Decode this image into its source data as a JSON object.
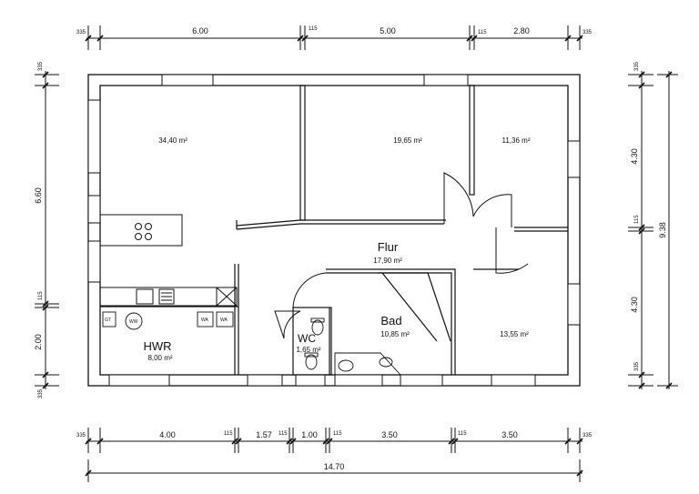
{
  "dimensions": {
    "top": [
      "335",
      "6.00",
      "115",
      "5.00",
      "115",
      "2.80",
      "335"
    ],
    "bottom": [
      "335",
      "4.00",
      "115",
      "1.57",
      "115",
      "1.00",
      "115",
      "3.50",
      "115",
      "3.50",
      "335"
    ],
    "total_width": "14.70",
    "left": [
      "335",
      "6.60",
      "115",
      "2.00",
      "335"
    ],
    "right": [
      "335",
      "4.30",
      "115",
      "4.30",
      "335"
    ],
    "total_height": "9.38"
  },
  "rooms": {
    "living": {
      "area": "34,40 m²"
    },
    "room_top_mid": {
      "area": "19,65 m²"
    },
    "room_top_right": {
      "area": "11,36 m²"
    },
    "flur": {
      "name": "Flur",
      "area": "17,90 m²"
    },
    "bad": {
      "name": "Bad",
      "area": "10,85 m²"
    },
    "room_bottom_right": {
      "area": "13,55 m²"
    },
    "hwr": {
      "name": "HWR",
      "area": "8,00 m²"
    },
    "wc": {
      "name": "WC",
      "area": "1,65 m²"
    }
  },
  "fixtures": {
    "hwr_labels": [
      "GT",
      "WW",
      "WA",
      "WA"
    ]
  },
  "colors": {
    "line": "#111111",
    "background": "#ffffff"
  }
}
